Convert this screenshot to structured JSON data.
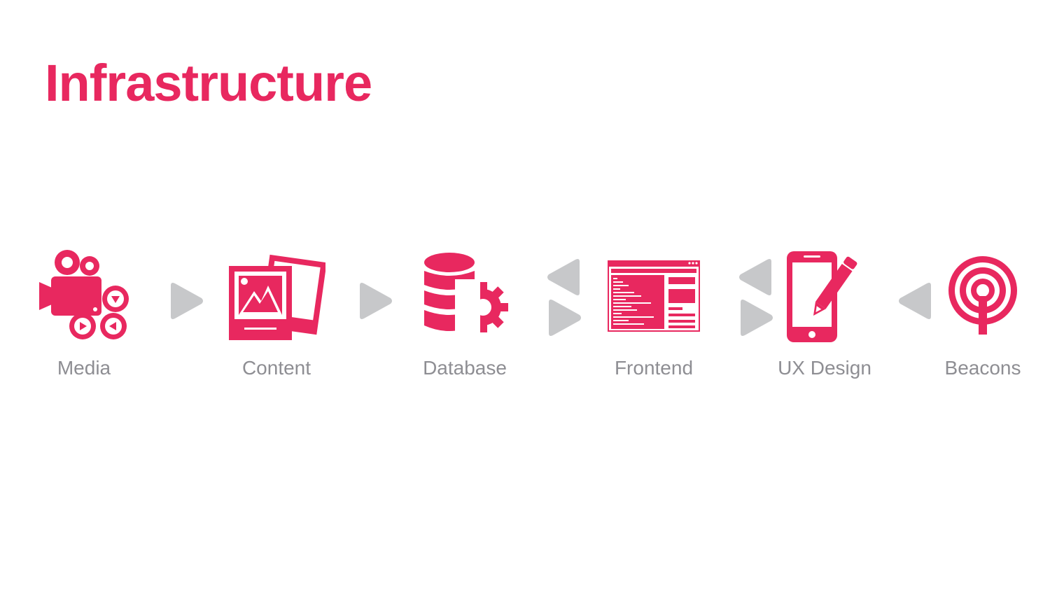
{
  "title": "Infrastructure",
  "colors": {
    "accent": "#E8285F",
    "arrow": "#C7C8CA",
    "label": "#8E8E93"
  },
  "nodes": [
    {
      "label": "Media",
      "icon": "video-camera-icon"
    },
    {
      "label": "Content",
      "icon": "photos-icon"
    },
    {
      "label": "Database",
      "icon": "database-gear-icon"
    },
    {
      "label": "Frontend",
      "icon": "code-browser-icon"
    },
    {
      "label": "UX Design",
      "icon": "phone-pencil-icon"
    },
    {
      "label": "Beacons",
      "icon": "beacon-icon"
    }
  ],
  "connectors": [
    {
      "from": "Media",
      "to": "Content",
      "direction": "right"
    },
    {
      "from": "Content",
      "to": "Database",
      "direction": "right"
    },
    {
      "from": "Database",
      "to": "Frontend",
      "direction": "bidirectional"
    },
    {
      "from": "Frontend",
      "to": "UX Design",
      "direction": "bidirectional"
    },
    {
      "from": "UX Design",
      "to": "Beacons",
      "direction": "left"
    }
  ]
}
